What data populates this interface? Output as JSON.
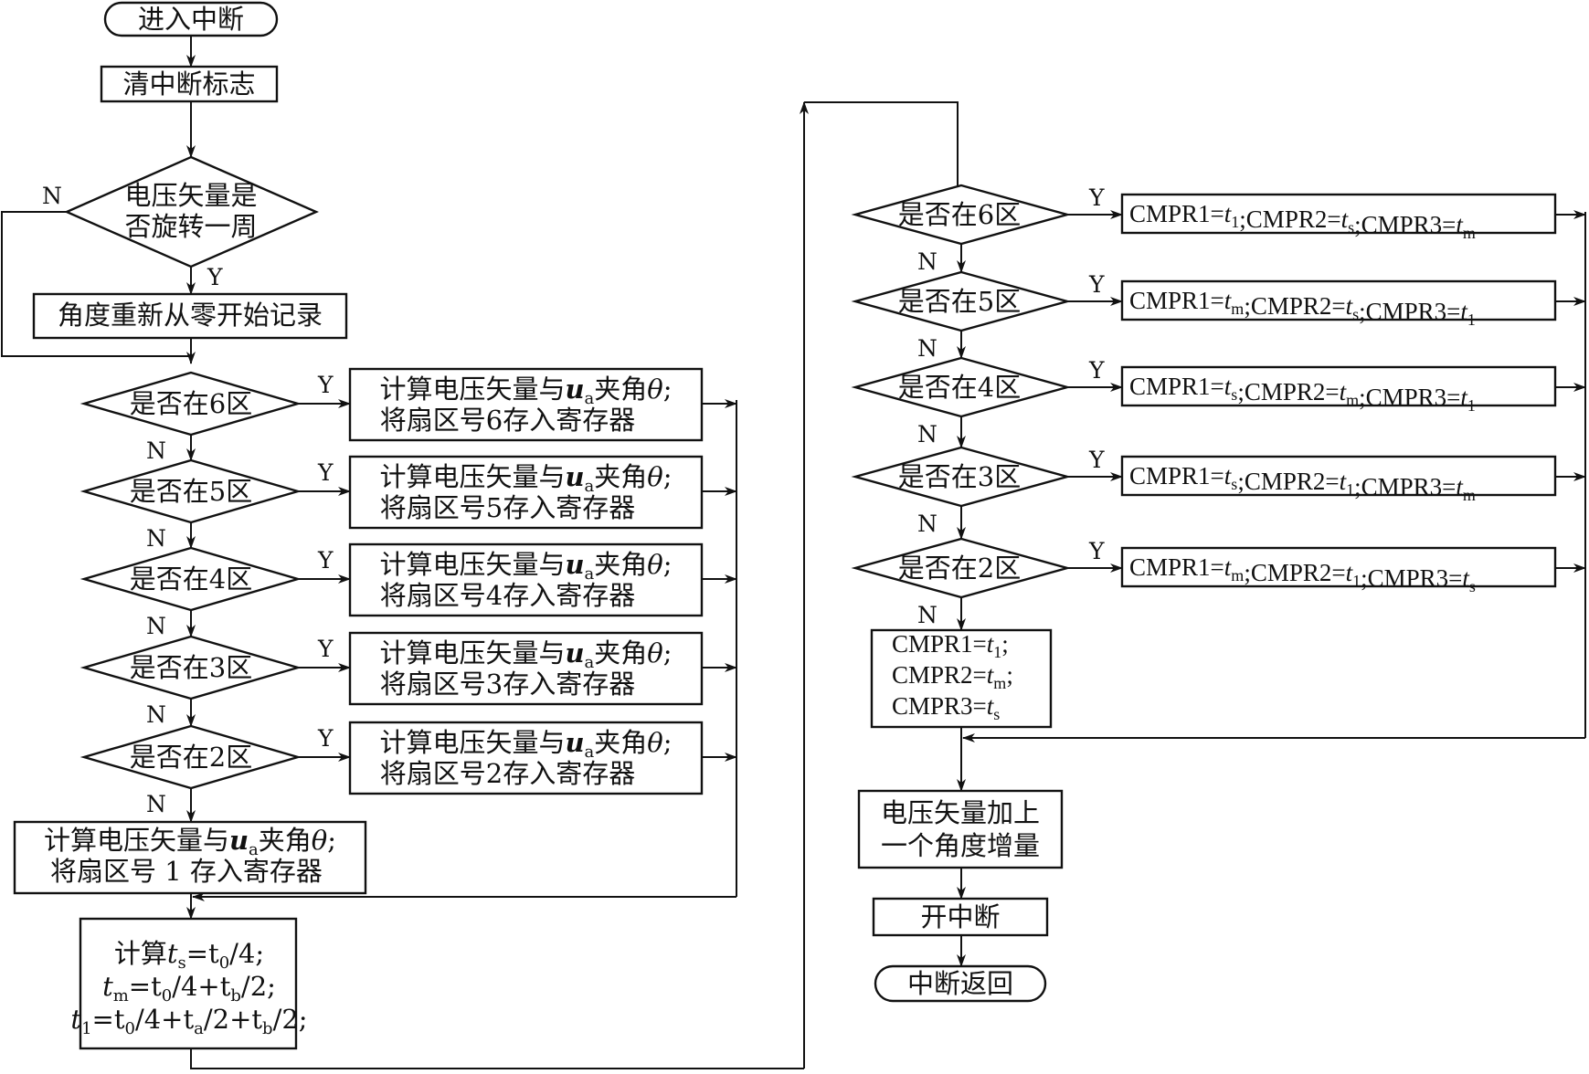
{
  "nodes": {
    "enter": "进入中断",
    "clear_flag": "清中断标志",
    "rotate_q_1": "电压矢量是",
    "rotate_q_2": "否旋转一周",
    "reset_angle": "角度重新从零开始记录",
    "sector_q": [
      "是否在6区",
      "是否在5区",
      "是否在4区",
      "是否在3区",
      "是否在2区"
    ],
    "calc_prefix": "计算电压矢量与",
    "calc_u": "u",
    "calc_u_sub": "a",
    "calc_suffix": "夹角",
    "calc_theta": "θ",
    "calc_end": ";",
    "store_lines": [
      "将扇区号6存入寄存器",
      "将扇区号5存入寄存器",
      "将扇区号4存入寄存器",
      "将扇区号3存入寄存器",
      "将扇区号2存入寄存器"
    ],
    "store_1": "将扇区号 1 存入寄存器",
    "calc_times": {
      "calc_word": "计算",
      "ts_eq": "=t",
      "ts_rest": "/4;",
      "tm_eq": "=t",
      "tm_mid": "/4+t",
      "tm_end": "/2;",
      "t1_eq": "=t",
      "t1_mid": "/4+t",
      "t1_mid2": "/2+t",
      "t1_end": "/2;"
    },
    "cmpr_right": [
      [
        "t",
        "1",
        "t",
        "s",
        "t",
        "m"
      ],
      [
        "t",
        "m",
        "t",
        "s",
        "t",
        "1"
      ],
      [
        "t",
        "s",
        "t",
        "m",
        "t",
        "1"
      ],
      [
        "t",
        "s",
        "t",
        "1",
        "t",
        "m"
      ],
      [
        "t",
        "m",
        "t",
        "1",
        "t",
        "s"
      ]
    ],
    "cmpr_names": [
      "CMPR1=",
      ";CMPR2=",
      ";CMPR3="
    ],
    "cmpr_default_1": "CMPR1=",
    "cmpr_default_2": "CMPR2=",
    "cmpr_default_3": "CMPR3=",
    "cmpr_default_vals": [
      "t",
      "1",
      "t",
      "m",
      "t",
      "s"
    ],
    "semicolon": ";",
    "add_angle_1": "电压矢量加上",
    "add_angle_2": "一个角度增量",
    "enable_int": "开中断",
    "return": "中断返回"
  },
  "labels": {
    "yes": "Y",
    "no": "N"
  }
}
